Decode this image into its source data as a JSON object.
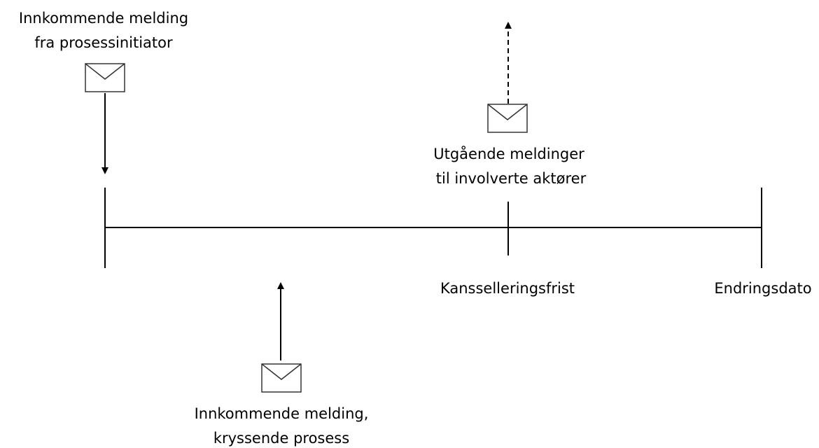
{
  "labels": {
    "incoming_initiator_line1": "Innkommende melding",
    "incoming_initiator_line2": "fra prosessinitiator",
    "outgoing_line1": "Utgående meldinger",
    "outgoing_line2": "til involverte aktører",
    "cancellation_deadline": "Kansselleringsfrist",
    "change_date": "Endringsdato",
    "crossing_line1": "Innkommende melding,",
    "crossing_line2": "kryssende prosess"
  },
  "icons": {
    "message": "envelope-icon"
  },
  "colors": {
    "line": "#000000",
    "envelope_stroke": "#333333",
    "background": "#ffffff"
  }
}
